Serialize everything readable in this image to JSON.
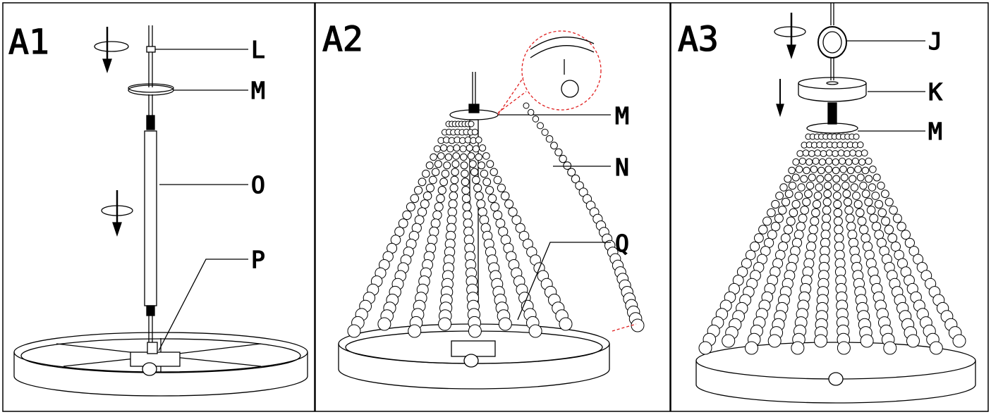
{
  "panels": [
    {
      "id": "A1",
      "title": "A1",
      "callouts": [
        {
          "key": "L",
          "text": "L"
        },
        {
          "key": "M",
          "text": "M"
        },
        {
          "key": "O",
          "text": "O"
        },
        {
          "key": "P",
          "text": "P"
        }
      ]
    },
    {
      "id": "A2",
      "title": "A2",
      "callouts": [
        {
          "key": "M",
          "text": "M"
        },
        {
          "key": "N",
          "text": "N"
        },
        {
          "key": "Q",
          "text": "Q"
        }
      ]
    },
    {
      "id": "A3",
      "title": "A3",
      "callouts": [
        {
          "key": "J",
          "text": "J"
        },
        {
          "key": "K",
          "text": "K"
        },
        {
          "key": "M",
          "text": "M"
        }
      ]
    }
  ],
  "colors": {
    "line": "#000000",
    "detail": "#e02020",
    "background": "#ffffff"
  },
  "icons": [
    "rotate-down-arrow-icon",
    "down-arrow-icon",
    "zoom-detail-circle"
  ]
}
